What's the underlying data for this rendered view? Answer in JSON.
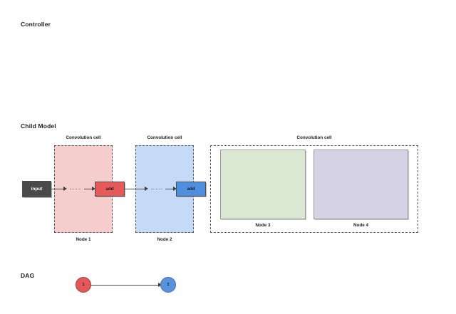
{
  "sections": {
    "controller": "Controller",
    "child_model": "Child Model",
    "dag": "DAG"
  },
  "child_model": {
    "cells": [
      {
        "id": "cell-1",
        "title": "Convolution cell",
        "node_label": "Node 1",
        "fill": "#f5cdcd"
      },
      {
        "id": "cell-2",
        "title": "Convolution cell",
        "node_label": "Node 2",
        "fill": "#c4daf6"
      },
      {
        "id": "cell-3",
        "title": "Convolution cell",
        "fill": "transparent"
      }
    ],
    "blocks": {
      "input": "input",
      "add_red": "add",
      "add_blue": "add"
    },
    "nodes": [
      {
        "label": "Node 3",
        "fill": "#dbe8d3"
      },
      {
        "label": "Node 4",
        "fill": "#d5d2e6"
      }
    ]
  },
  "dag_graph": {
    "nodes": [
      {
        "id": "1",
        "label": "1",
        "color": "#e2585b"
      },
      {
        "id": "2",
        "label": "2",
        "color": "#5b92e0"
      }
    ],
    "edges": [
      {
        "from": "1",
        "to": "2"
      }
    ]
  }
}
